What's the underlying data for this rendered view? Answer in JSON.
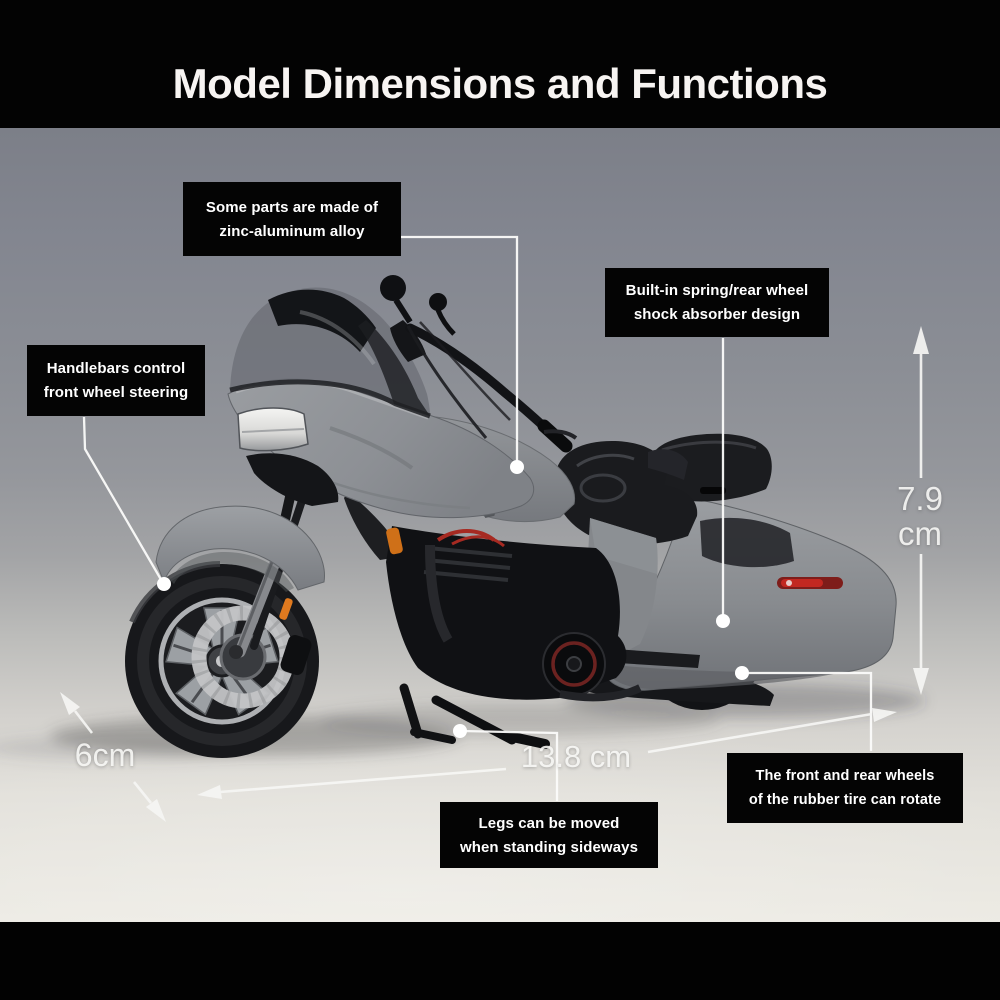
{
  "header": {
    "title": "Model Dimensions and Functions"
  },
  "callouts": {
    "alloy": {
      "line1": "Some parts are made of",
      "line2": "zinc-aluminum alloy"
    },
    "shock": {
      "line1": "Built-in spring/rear wheel",
      "line2": "shock absorber design"
    },
    "steering": {
      "line1": "Handlebars control",
      "line2": "front wheel steering"
    },
    "kickstand": {
      "line1": "Legs can be moved",
      "line2": "when standing sideways"
    },
    "tires": {
      "line1": "The front and rear wheels",
      "line2": "of the rubber tire can rotate"
    }
  },
  "dimensions": {
    "height_value": "7.9",
    "height_unit": "cm",
    "length_label": "13.8 cm",
    "width_label": "6cm"
  },
  "subject": {
    "alt": "Gray die-cast touring motorcycle model, left side view, on kickstand"
  },
  "colors": {
    "callout_bg": "#040404",
    "callout_text": "#ffffff",
    "annotation_white": "#f6f6f4",
    "body_gray": "#8f9296",
    "reflector_red": "#c22821",
    "reflector_orange": "#d2691e",
    "header_bg": "#030303"
  }
}
